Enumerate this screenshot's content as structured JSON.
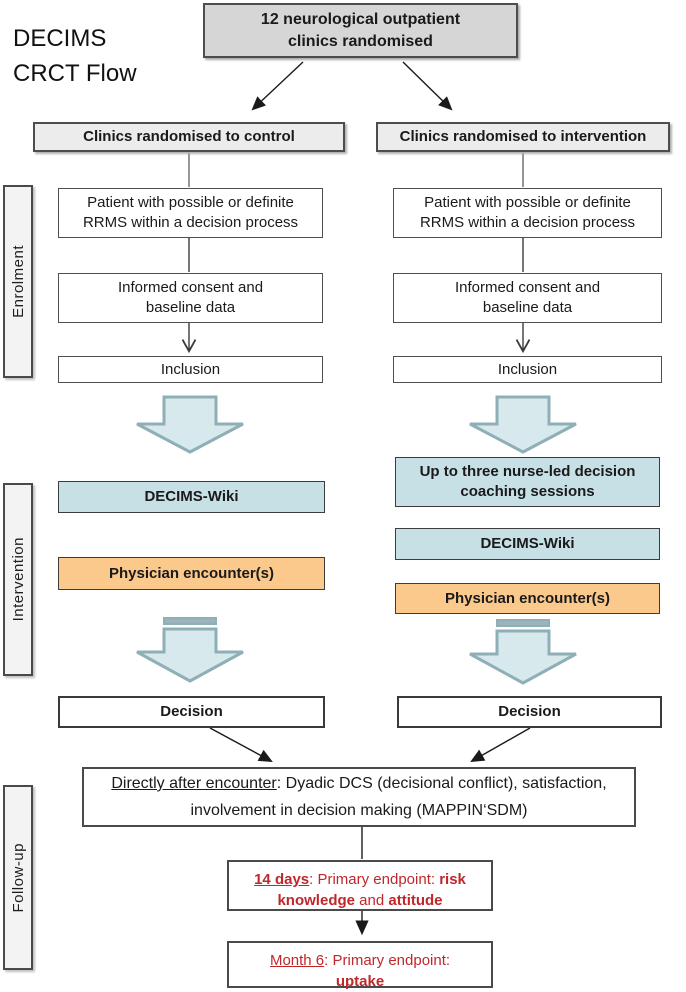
{
  "diagram_title": {
    "line1": "DECIMS",
    "line2": "CRCT Flow"
  },
  "top": {
    "allocation": "12 neurological outpatient\nclinics randomised"
  },
  "phase_labels": {
    "enrolment": "Enrolment",
    "intervention": "Intervention",
    "follow_up": "Follow-up"
  },
  "arms": {
    "control": {
      "header": "Clinics randomised to control",
      "eligibility": "Patient with possible or definite RRMS within a decision process",
      "consent": "Informed consent and\nbaseline data",
      "inclusion": "Inclusion",
      "wiki": "DECIMS-Wiki",
      "physician": "Physician encounter(s)",
      "decision": "Decision"
    },
    "intervention": {
      "header": "Clinics randomised to intervention",
      "eligibility": "Patient with possible or definite RRMS within a decision process",
      "consent": "Informed consent and\nbaseline data",
      "inclusion": "Inclusion",
      "coaching": "Up to three nurse-led decision coaching sessions",
      "wiki": "DECIMS-Wiki",
      "physician": "Physician encounter(s)",
      "decision": "Decision"
    }
  },
  "follow_up": {
    "immediate": {
      "lead": "Directly after encounter",
      "rest": ": Dyadic DCS (decisional conflict), satisfaction, involvement in decision making (MAPPIN‘SDM)"
    },
    "day14": {
      "lead": "14 days",
      "mid": ": Primary endpoint: ",
      "bold1": "risk knowledge",
      "and": " and ",
      "bold2": "attitude"
    },
    "month6": {
      "lead": "Month 6",
      "mid": ": Primary endpoint:",
      "bold": "uptake"
    }
  },
  "colors": {
    "box_blue": "#c6e0e6",
    "box_orange": "#fbc98c",
    "block_arrow_fill": "#d7e9ec",
    "block_arrow_stroke": "#8fafb7",
    "endpoint_red": "#c0272b",
    "allocation_gray": "#d6d6d6"
  }
}
